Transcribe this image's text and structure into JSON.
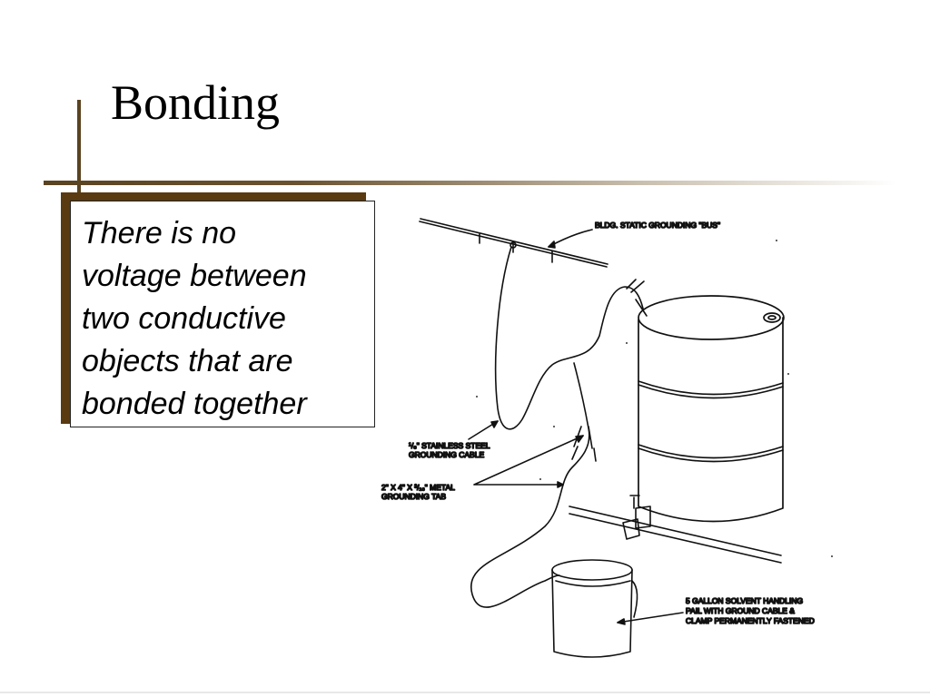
{
  "slide": {
    "title": "Bonding",
    "body_text": "There is no\nvoltage between\ntwo conductive\nobjects that are\nbonded together"
  },
  "diagram": {
    "labels": {
      "bus": "BLDG. STATIC GROUNDING \"BUS\"",
      "cable_line1": "¹/₈\" STAINLESS STEEL",
      "cable_line2": "GROUNDING CABLE",
      "tab_line1": "2\" X 4\" X ³/₁₆\" METAL",
      "tab_line2": "GROUNDING TAB",
      "pail_line1": "5 GALLON SOLVENT HANDLING",
      "pail_line2": "PAIL WITH GROUND CABLE &",
      "pail_line3": "CLAMP PERMANENTLY FASTENED"
    }
  },
  "colors": {
    "accent_brown": "#5a4320",
    "shadow_brown": "#5a3a10"
  }
}
